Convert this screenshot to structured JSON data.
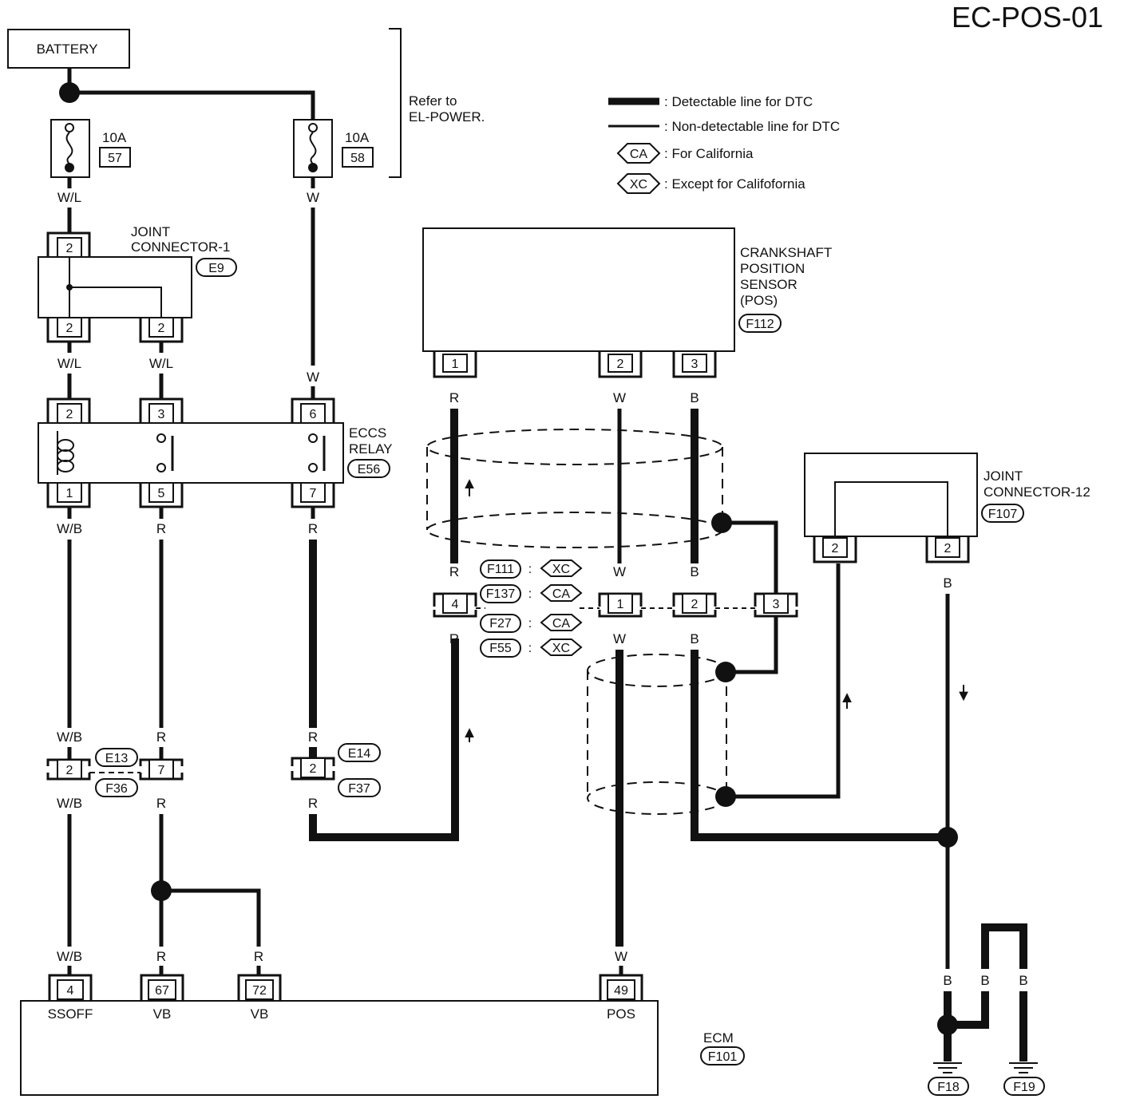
{
  "diagram_code": "EC-POS-01",
  "battery": "BATTERY",
  "refer_note": [
    "Refer to",
    "EL-POWER."
  ],
  "legend": {
    "thick": ": Detectable line for DTC",
    "thin": ": Non-detectable line for DTC",
    "ca_tag": "CA",
    "ca": ": For California",
    "xc_tag": "XC",
    "xc": ": Except for Califofornia"
  },
  "fuses": [
    {
      "rating": "10A",
      "number": "57"
    },
    {
      "rating": "10A",
      "number": "58"
    }
  ],
  "joint_connector_1": {
    "name": [
      "JOINT",
      "CONNECTOR-1"
    ],
    "id": "E9",
    "top_pin": "2",
    "bottom_pins": [
      "2",
      "2"
    ]
  },
  "eccs_relay": {
    "name": [
      "ECCS",
      "RELAY"
    ],
    "id": "E56",
    "top_pins": [
      "2",
      "3",
      "6"
    ],
    "bottom_pins": [
      "1",
      "5",
      "7"
    ]
  },
  "crankshaft_sensor": {
    "name": [
      "CRANKSHAFT",
      "POSITION",
      "SENSOR",
      "(POS)"
    ],
    "id": "F112",
    "pins": [
      "1",
      "2",
      "3"
    ]
  },
  "joint_connector_12": {
    "name": [
      "JOINT",
      "CONNECTOR-12"
    ],
    "id": "F107",
    "pins": [
      "2",
      "2"
    ]
  },
  "inline_connectors": {
    "variants": [
      {
        "id": "F111",
        "tag": "XC"
      },
      {
        "id": "F137",
        "tag": "CA"
      },
      {
        "id": "F27",
        "tag": "CA"
      },
      {
        "id": "F55",
        "tag": "XC"
      }
    ],
    "separator": ":",
    "pins": [
      "4",
      "1",
      "2",
      "3"
    ]
  },
  "connector_pair_1": {
    "ids": [
      "E13",
      "F36"
    ],
    "pins": [
      "2",
      "7"
    ]
  },
  "connector_pair_2": {
    "ids": [
      "E14",
      "F37"
    ],
    "pin": "2"
  },
  "ecm": {
    "name": "ECM",
    "id": "F101",
    "pins": [
      {
        "num": "4",
        "label": "SSOFF"
      },
      {
        "num": "67",
        "label": "VB"
      },
      {
        "num": "72",
        "label": "VB"
      },
      {
        "num": "49",
        "label": "POS"
      }
    ]
  },
  "grounds": [
    "F18",
    "F19"
  ],
  "wire_colors": {
    "wl": "W/L",
    "w": "W",
    "wb": "W/B",
    "r": "R",
    "b": "B"
  }
}
